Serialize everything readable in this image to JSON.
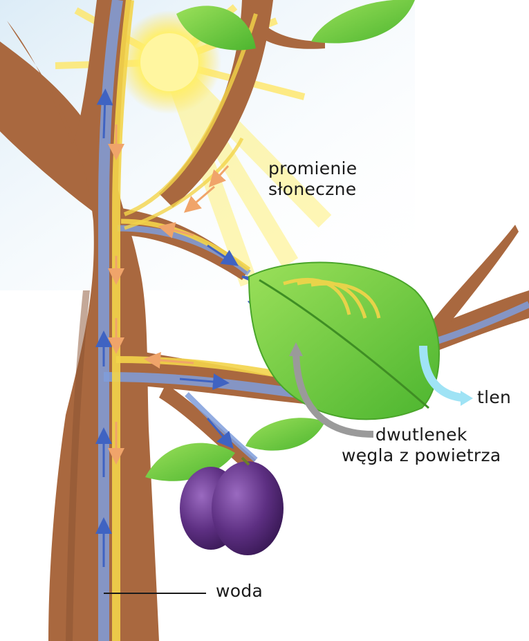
{
  "labels": {
    "sunlight": [
      "promienie",
      "słoneczne"
    ],
    "oxygen": "tlen",
    "carbon_dioxide": [
      "dwutlenek",
      "węgla z powietrza"
    ],
    "water": "woda"
  },
  "colors": {
    "background": "#ffffff",
    "sky": "#e9f4fb",
    "trunk": "#a9683f",
    "trunk_dark": "#8a5232",
    "water_flow": "#6f8fd6",
    "sugar_flow": "#f3d44a",
    "sun": "#fff06a",
    "leaf": "#7cd23f",
    "leaf_dark": "#4aa52a",
    "plum": "#6a3a8c",
    "oxygen_arrow": "#9fe3f5",
    "co2_arrow": "#9a9a9a"
  }
}
